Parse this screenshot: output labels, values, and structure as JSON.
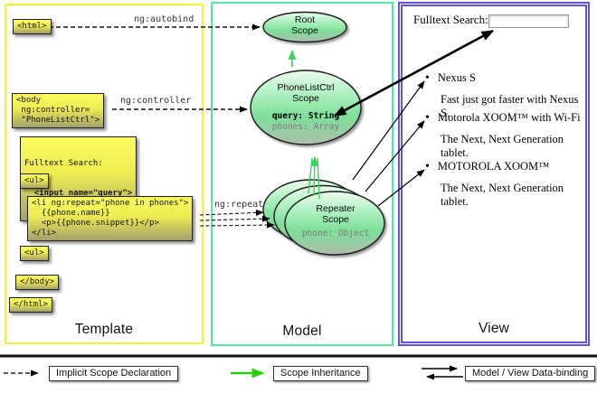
{
  "columns": {
    "template": {
      "label": "Template"
    },
    "model": {
      "label": "Model"
    },
    "view": {
      "label": "View"
    }
  },
  "template_code": {
    "html_open": "<html>",
    "body_open": "<body\n ng:controller=\n \"PhoneListCtrl\">",
    "fulltext_label": "Fulltext Search:",
    "fulltext_input": "  <input name=\"query\">",
    "ul_open": "<ul>",
    "li_repeat": "<li ng:repeat=\"phone in phones\">\n  {{phone.name}}\n  <p>{{phone.snippet}}</p>\n</li>",
    "ul_close": "<ul>",
    "body_close": "</body>",
    "html_close": "</html>"
  },
  "edge_labels": {
    "autobind": "ng:autobind",
    "controller": "ng:controller",
    "repeat": "ng:repeat"
  },
  "model_nodes": {
    "root": {
      "title": "Root\nScope"
    },
    "phonelist": {
      "title": "PhoneListCtrl\nScope",
      "prop1": "query: String",
      "prop2": "phones: Array"
    },
    "repeater": {
      "title": "Repeater\nScope",
      "prop1": "phone: Object"
    }
  },
  "view_panel": {
    "search_label": "Fulltext Search:",
    "search_value": "",
    "items": [
      {
        "title": "Nexus S",
        "desc": "Fast just got faster with Nexus S."
      },
      {
        "title": "Motorola XOOM™ with Wi-Fi",
        "desc": "The Next, Next Generation tablet."
      },
      {
        "title": "MOTOROLA XOOM™",
        "desc": "The Next, Next Generation tablet."
      }
    ]
  },
  "legend": {
    "implicit": "Implicit Scope Declaration",
    "inheritance": "Scope Inheritance",
    "databinding": "Model / View Data-binding"
  },
  "colors": {
    "template_border": "#f4f432",
    "model_border": "#55e6a4",
    "view_border": "#6353d9",
    "inheritance_green": "#3bd45a",
    "legend_green": "#2bcf12",
    "code_box_yellow": "#f6f345",
    "scope_fill_green": "#8ae6a2"
  }
}
